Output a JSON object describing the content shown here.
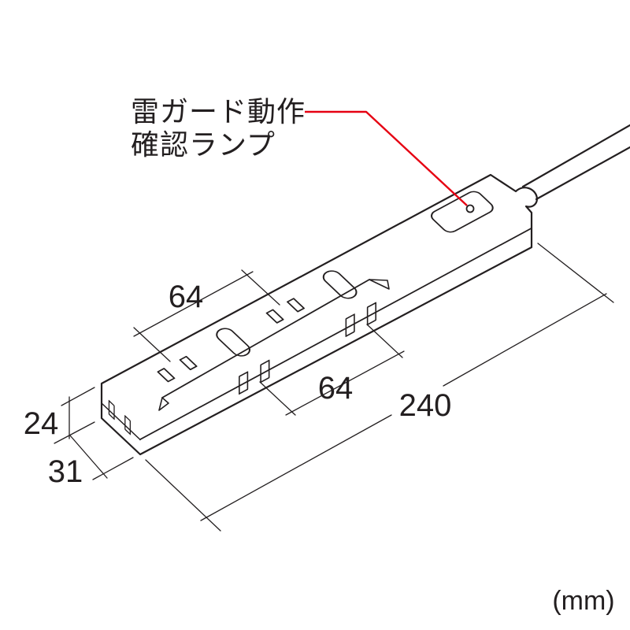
{
  "diagram": {
    "annotation_lamp": {
      "line1": "雷ガード動作",
      "line2": "確認ランプ"
    },
    "dimensions": {
      "outlet_pitch_top": "64",
      "outlet_pitch_front": "64",
      "overall_length": "240",
      "height": "24",
      "depth": "31"
    },
    "unit_label": "(mm)",
    "colors": {
      "line": "#231f20",
      "leader": "#e60012",
      "background": "#ffffff"
    }
  }
}
